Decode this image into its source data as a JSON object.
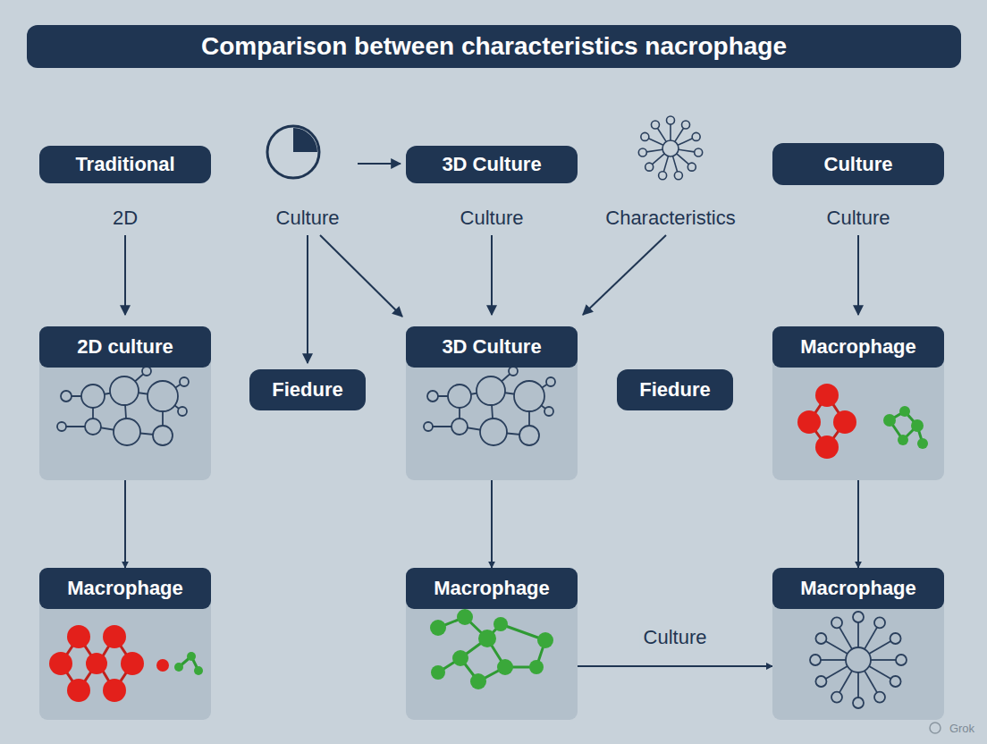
{
  "diagram": {
    "title": "Comparison between characteristics nacrophage",
    "nodes": [
      {
        "text": [
          "Traditional"
        ]
      },
      {
        "text": [
          "3D Culture"
        ]
      },
      {
        "text": [
          "Culture"
        ]
      },
      {
        "text": [
          "2D culture"
        ]
      },
      {
        "text": [
          "Fiedure"
        ]
      },
      {
        "text": [
          "3D Culture"
        ]
      },
      {
        "text": [
          "Fiedure"
        ]
      },
      {
        "text": [
          "Macrophage"
        ]
      },
      {
        "text": [
          "Macrophage"
        ]
      },
      {
        "text": [
          "Macrophage"
        ]
      },
      {
        "text": [
          "Macrophage"
        ]
      }
    ],
    "edges": [
      {
        "from": 3,
        "to": 8,
        "arrow": "to"
      },
      {
        "from": 5,
        "to": 9,
        "arrow": "to"
      },
      {
        "from": 7,
        "to": 10,
        "arrow": "to"
      },
      {
        "from": 9,
        "to": 10,
        "arrow": "to",
        "label": "Culture"
      }
    ],
    "labels": [
      "2D",
      "Culture",
      "Culture",
      "Characteristics",
      "Culture",
      "Grok"
    ]
  }
}
